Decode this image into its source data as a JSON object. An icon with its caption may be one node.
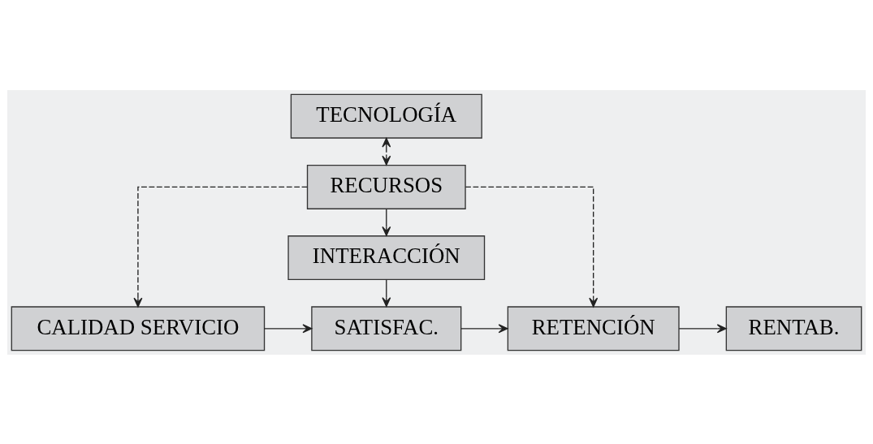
{
  "diagram": {
    "nodes": [
      {
        "text": [
          "TECNOLOGÍA"
        ]
      },
      {
        "text": [
          "RECURSOS"
        ]
      },
      {
        "text": [
          "INTERACCIÓN"
        ]
      },
      {
        "text": [
          "CALIDAD SERVICIO"
        ]
      },
      {
        "text": [
          "SATISFAC."
        ]
      },
      {
        "text": [
          "RETENCIÓN"
        ]
      },
      {
        "text": [
          "RENTAB."
        ]
      }
    ],
    "edges": [
      {
        "from": 0,
        "to": 1,
        "arrow": "both",
        "style": "dashed"
      },
      {
        "from": 1,
        "to": 2,
        "arrow": "to"
      },
      {
        "from": 1,
        "to": 3,
        "arrow": "to",
        "style": "dashed"
      },
      {
        "from": 1,
        "to": 5,
        "arrow": "to",
        "style": "dashed"
      },
      {
        "from": 2,
        "to": 4,
        "arrow": "to"
      },
      {
        "from": 3,
        "to": 4,
        "arrow": "to"
      },
      {
        "from": 4,
        "to": 5,
        "arrow": "to"
      },
      {
        "from": 5,
        "to": 6,
        "arrow": "to"
      }
    ]
  }
}
